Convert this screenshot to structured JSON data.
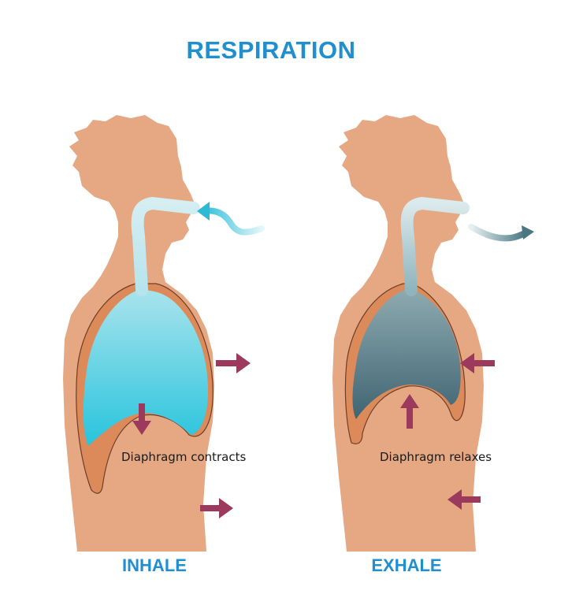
{
  "title": "RESPIRATION",
  "panels": {
    "inhale": {
      "label": "INHALE",
      "caption": "Diaphragm contracts"
    },
    "exhale": {
      "label": "EXHALE",
      "caption": "Diaphragm relaxes"
    }
  },
  "colors": {
    "title": "#1f8fd0",
    "label": "#1f8fd0",
    "skin": "#e6a882",
    "muscle": "#dd8a5a",
    "outline": "#6b3f2a",
    "inhale_air": "#3cc8de",
    "exhale_air": "#537987",
    "arrow": "#9b3a5c"
  },
  "icons": {
    "force_arrow": "right-arrow-icon / left-arrow-icon",
    "diaphragm_arrow": "down-arrow-icon / up-arrow-icon"
  }
}
